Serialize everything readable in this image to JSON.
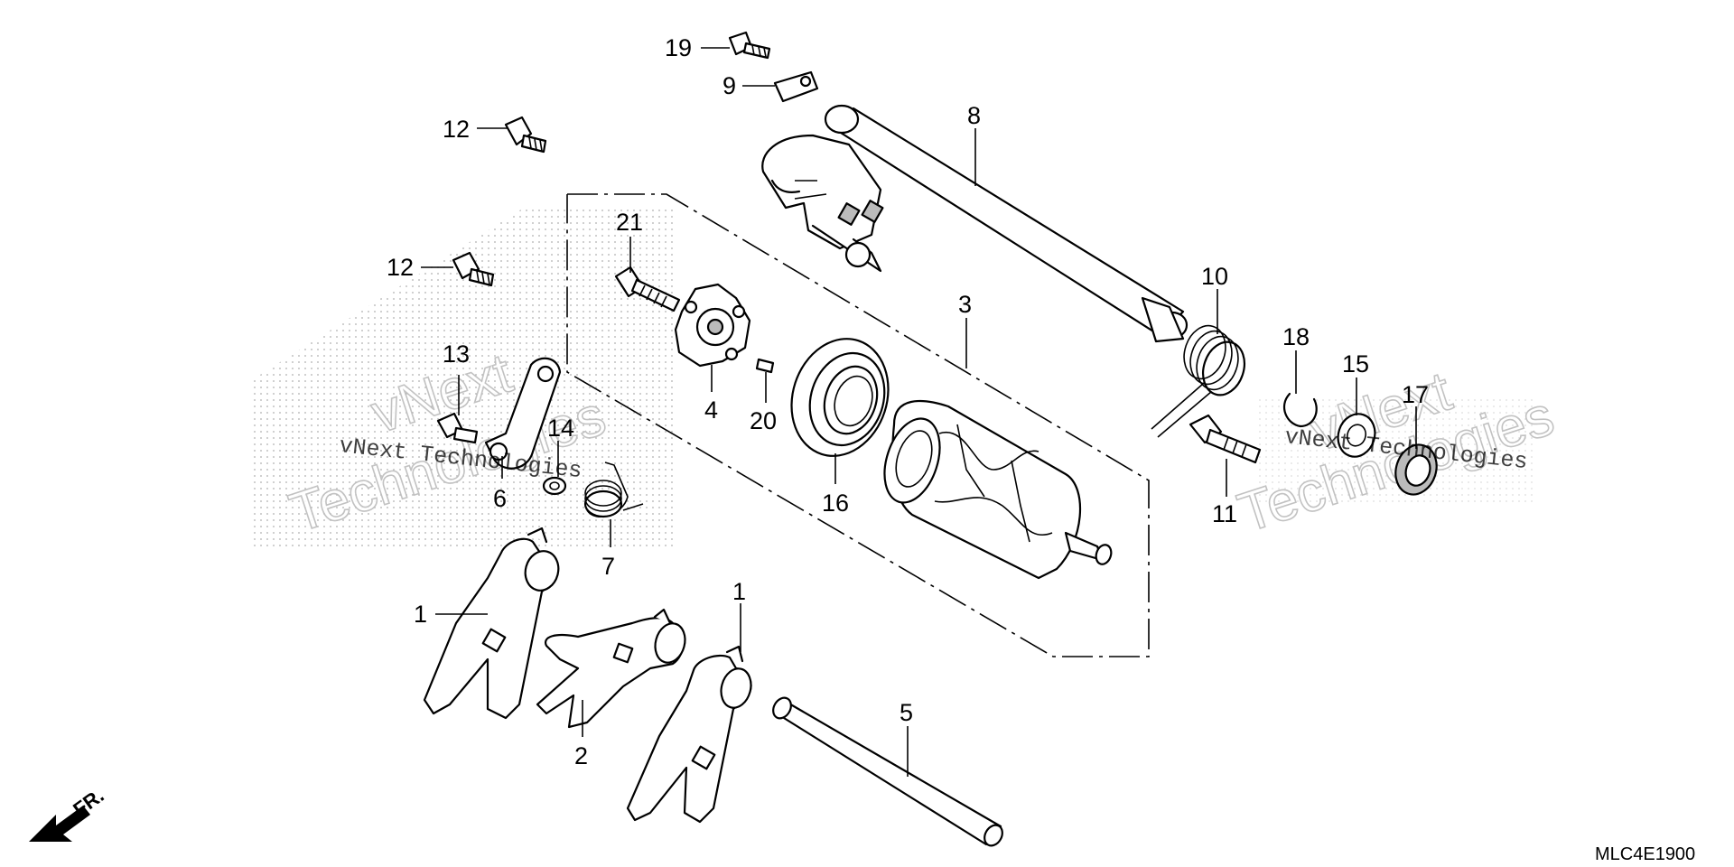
{
  "diagram": {
    "code": "MLC4E1900",
    "front_marker": "FR.",
    "watermark": {
      "small": "vNext Technologies",
      "large_line1": "vNext",
      "large_line2": "Technologies"
    },
    "callouts": {
      "c1a": "1",
      "c1b": "1",
      "c2": "2",
      "c3": "3",
      "c4": "4",
      "c5": "5",
      "c6": "6",
      "c7": "7",
      "c8": "8",
      "c9": "9",
      "c10": "10",
      "c11": "11",
      "c12a": "12",
      "c12b": "12",
      "c13": "13",
      "c14": "14",
      "c15": "15",
      "c16": "16",
      "c17": "17",
      "c18": "18",
      "c19": "19",
      "c20": "20",
      "c21": "21"
    }
  }
}
